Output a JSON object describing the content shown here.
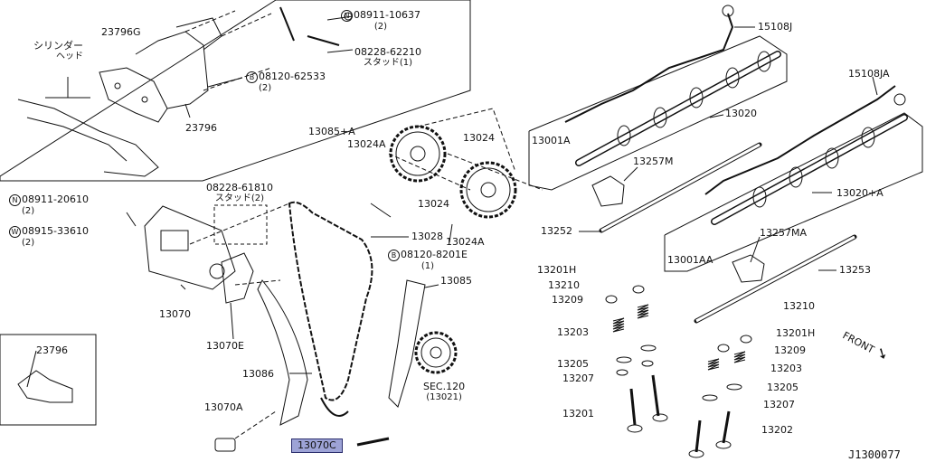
{
  "diagram_code": "J1300077",
  "front_label": "FRONT",
  "highlight_color": "#9da3d6",
  "parts": {
    "p15108j": "15108J",
    "p15108ja": "15108JA",
    "p13020": "13020",
    "p13020a": "13020+A",
    "p13001a": "13001A",
    "p13001aa": "13001AA",
    "p13257m": "13257M",
    "p13257ma": "13257MA",
    "p13252": "13252",
    "p13253": "13253",
    "p13201h_l": "13201H",
    "p13201h_r": "13201H",
    "p13210_l": "13210",
    "p13210_r": "13210",
    "p13209_l": "13209",
    "p13209_r": "13209",
    "p13203_l": "13203",
    "p13203_r": "13203",
    "p13205_l": "13205",
    "p13205_r": "13205",
    "p13207_l": "13207",
    "p13207_r": "13207",
    "p13201": "13201",
    "p13202": "13202",
    "p13024_top": "13024",
    "p13024_mid": "13024",
    "p13024a_top": "13024A",
    "p13024a_bot": "13024A",
    "p13085a": "13085+A",
    "p13085": "13085",
    "p13028": "13028",
    "p13070": "13070",
    "p13070e": "13070E",
    "p13086": "13086",
    "p13070a": "13070A",
    "p13070c": "13070C",
    "p23796g": "23796G",
    "p23796_top": "23796",
    "p23796_box": "23796",
    "cyl_head_1": "シリンダー",
    "cyl_head_2": "ヘッド",
    "n08911_10637": "08911-10637",
    "n08911_10637_q": "(2)",
    "s08228_62210": "08228-62210",
    "s08228_62210_sub": "スタッド(1)",
    "b08120_62533": "08120-62533",
    "b08120_62533_q": "(2)",
    "s08228_61810": "08228-61810",
    "s08228_61810_sub": "スタッド(2)",
    "n08911_20610": "08911-20610",
    "n08911_20610_q": "(2)",
    "w08915_33610": "08915-33610",
    "w08915_33610_q": "(2)",
    "b08120_8201e": "08120-8201E",
    "b08120_8201e_q": "(1)",
    "sec120": "SEC.120",
    "sec120_sub": "(13021)",
    "circle_n": "N",
    "circle_b": "B",
    "circle_w": "W"
  }
}
